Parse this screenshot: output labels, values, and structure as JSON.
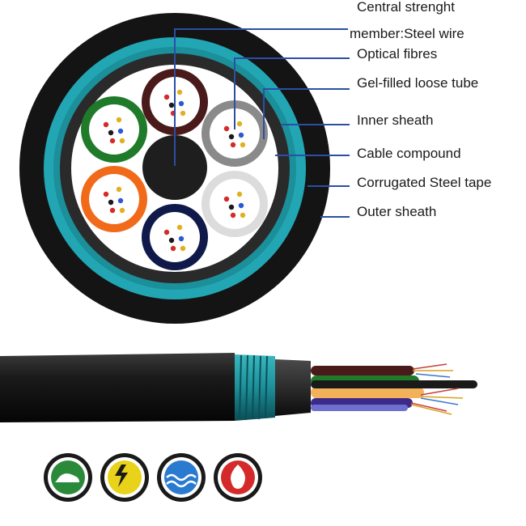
{
  "labels": {
    "central_member_line1": "Central strenght",
    "central_member_line2": "member:Steel wire",
    "optical_fibres": "Optical fibres",
    "loose_tube": "Gel-filled loose tube",
    "inner_sheath": "Inner sheath",
    "cable_compound": "Cable compound",
    "corrugated_tape": "Corrugated Steel tape",
    "outer_sheath": "Outer sheath"
  },
  "colors": {
    "outer_sheath": "#141414",
    "steel_tape": "#22a6b3",
    "inner_sheath": "#2a2a2a",
    "compound": "#ffffff",
    "central_member": "#1e1e1e",
    "leader_lines": "#2c4fa3"
  },
  "loose_tubes": [
    {
      "name": "brown",
      "color": "#4a1a1a"
    },
    {
      "name": "gray",
      "color": "#8a8a8a"
    },
    {
      "name": "white",
      "color": "#dcdcdc"
    },
    {
      "name": "blue",
      "color": "#0f1a4a"
    },
    {
      "name": "orange",
      "color": "#f06a1a"
    },
    {
      "name": "green",
      "color": "#1f7a2a"
    }
  ],
  "feature_icons": [
    {
      "name": "rodent-protection-icon",
      "color": "#2a8a3a"
    },
    {
      "name": "lightning-protection-icon",
      "color": "#e8d21a"
    },
    {
      "name": "water-resistance-icon",
      "color": "#2a7ad0"
    },
    {
      "name": "fire-retardant-icon",
      "color": "#d42a2a"
    }
  ]
}
